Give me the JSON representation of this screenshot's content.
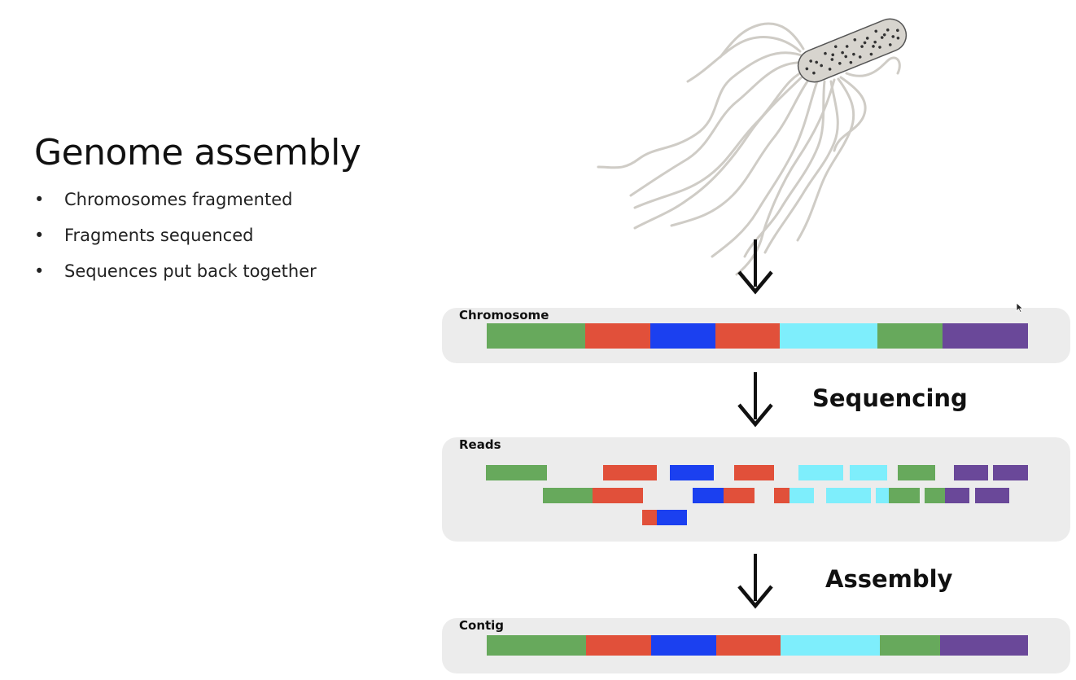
{
  "slide": {
    "title": "Genome assembly",
    "bullets": [
      "Chromosomes fragmented",
      "Fragments sequenced",
      "Sequences put back together"
    ]
  },
  "diagram": {
    "chromosome_label": "Chromosome",
    "reads_label": "Reads",
    "contig_label": "Contig",
    "step_sequencing": "Sequencing",
    "step_assembly": "Assembly"
  },
  "colors": {
    "green": "#67a95c",
    "red": "#e1503a",
    "blue": "#1b40f0",
    "cyan": "#7eeefc",
    "purple": "#6a4899",
    "panel": "#ececec",
    "flagella": "#cfccc6",
    "cell": "#d7d4ce"
  },
  "icons": {
    "bacterium": "bacterium-illustration",
    "arrow": "down-arrow-icon",
    "cursor": "mouse-pointer-icon"
  }
}
